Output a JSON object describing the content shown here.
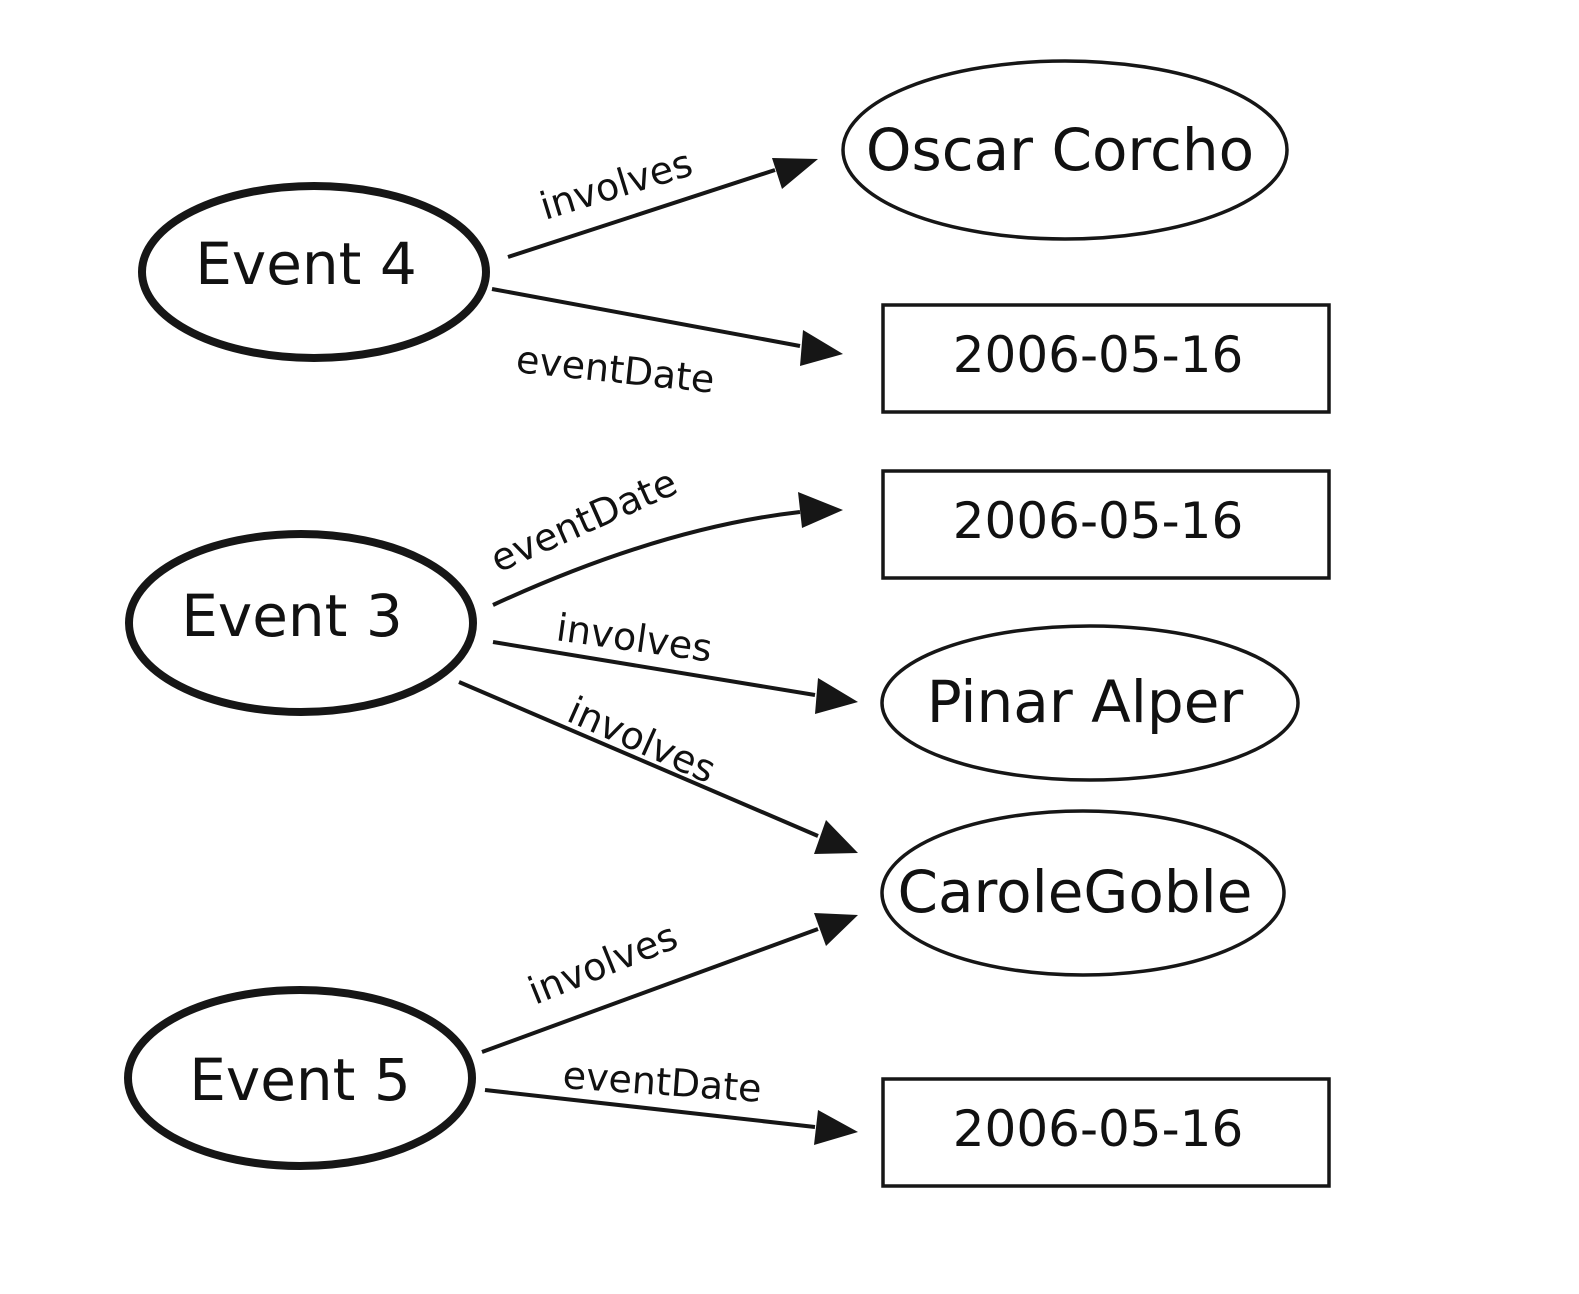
{
  "nodes": {
    "event4": "Event 4",
    "event3": "Event 3",
    "event5": "Event 5",
    "oscar": "Oscar Corcho",
    "pinar": "Pinar Alper",
    "carole": "CaroleGoble",
    "date_e4": "2006-05-16",
    "date_e3": "2006-05-16",
    "date_e5": "2006-05-16"
  },
  "edges": {
    "e4_involves": "involves",
    "e4_eventdate": "eventDate",
    "e3_eventdate": "eventDate",
    "e3_involves_pinar": "involves",
    "e3_involves_carole": "involves",
    "e5_involves": "involves",
    "e5_eventdate": "eventDate"
  },
  "colors": {
    "stroke": "#161616",
    "background": "#ffffff"
  }
}
